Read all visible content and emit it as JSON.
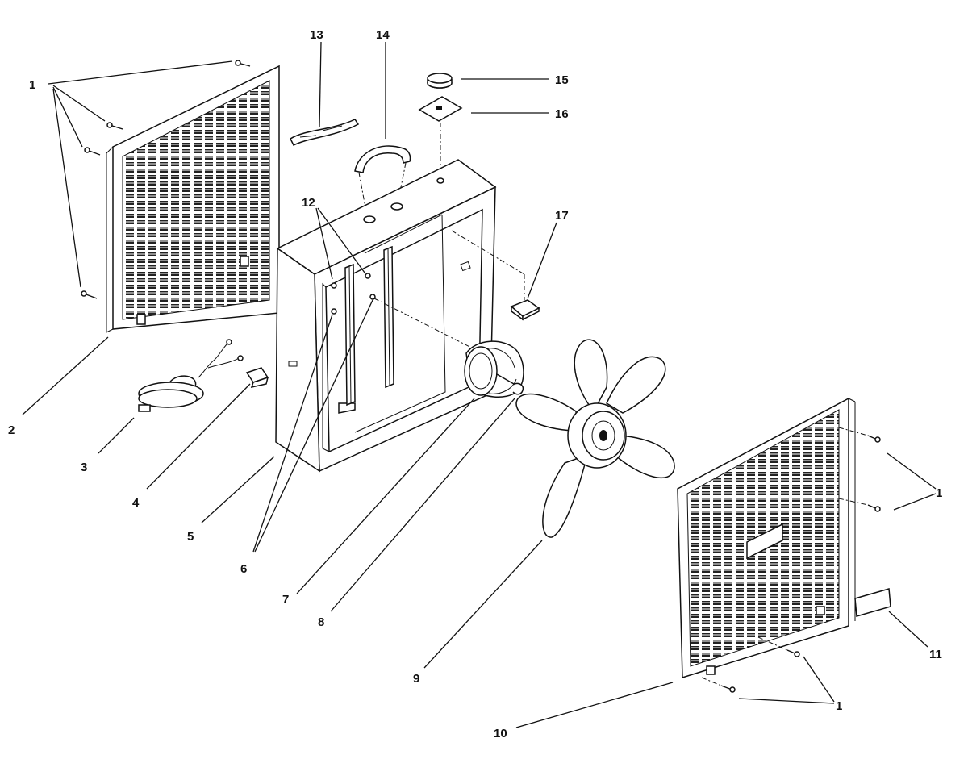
{
  "callouts": [
    "1",
    "2",
    "3",
    "4",
    "5",
    "6",
    "7",
    "8",
    "9",
    "10",
    "11",
    "12",
    "13",
    "14",
    "15",
    "16",
    "17"
  ],
  "icons": {
    "rear_grille": "louvered-grille",
    "front_grille": "louvered-grille",
    "cabinet": "box-fan-housing",
    "motor": "electric-motor",
    "fan_blade": "five-blade-propeller",
    "cord": "power-cord",
    "screws": "screw"
  },
  "colors": {
    "line": "#111111",
    "background": "#ffffff"
  }
}
